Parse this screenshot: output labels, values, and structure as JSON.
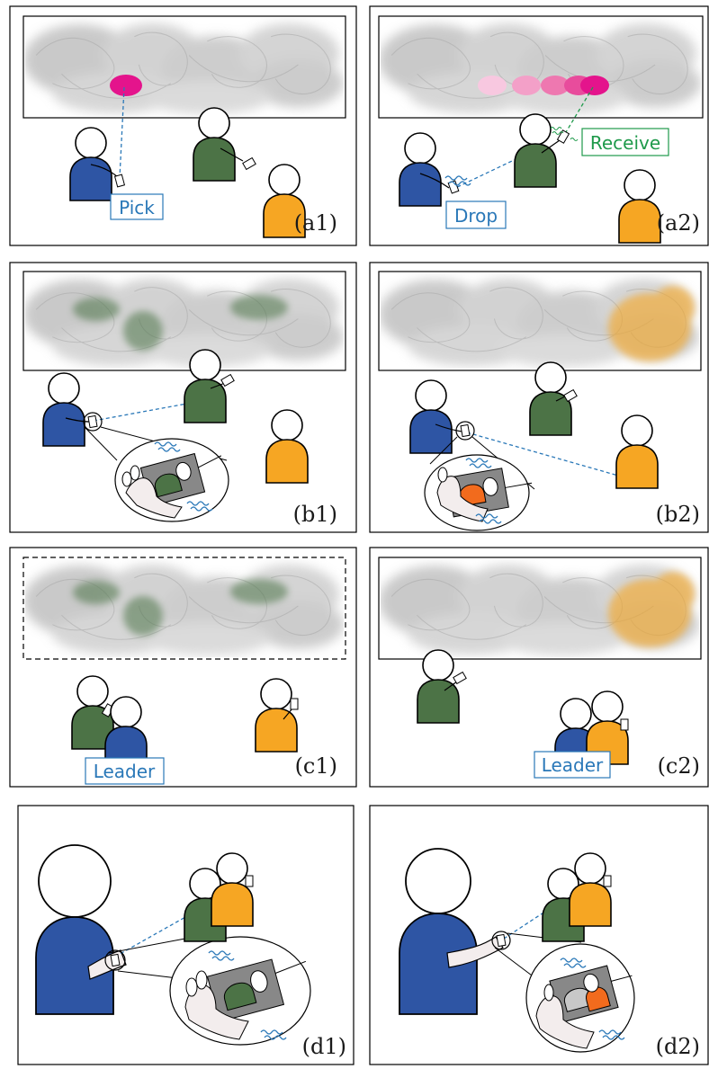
{
  "colors": {
    "blue": "#2e55a4",
    "green": "#4c7346",
    "orange": "#f6a623",
    "magenta": "#e4148c",
    "link": "#2a78b8",
    "receive": "#1f9a4b",
    "wall": "#9a9a9a"
  },
  "panels": [
    {
      "id": "a1",
      "label": "(a1)",
      "tags": [
        {
          "text": "Pick",
          "color": "blue"
        }
      ]
    },
    {
      "id": "a2",
      "label": "(a2)",
      "tags": [
        {
          "text": "Receive",
          "color": "green"
        },
        {
          "text": "Drop",
          "color": "blue"
        }
      ]
    },
    {
      "id": "b1",
      "label": "(b1)",
      "tags": []
    },
    {
      "id": "b2",
      "label": "(b2)",
      "tags": []
    },
    {
      "id": "c1",
      "label": "(c1)",
      "tags": [
        {
          "text": "Leader",
          "color": "blue"
        }
      ]
    },
    {
      "id": "c2",
      "label": "(c2)",
      "tags": [
        {
          "text": "Leader",
          "color": "blue"
        }
      ]
    },
    {
      "id": "d1",
      "label": "(d1)",
      "tags": []
    },
    {
      "id": "d2",
      "label": "(d2)",
      "tags": []
    }
  ],
  "icons": [
    "person-icon",
    "phone-icon",
    "hand-icon",
    "magnifier-icon",
    "wave-icon"
  ]
}
